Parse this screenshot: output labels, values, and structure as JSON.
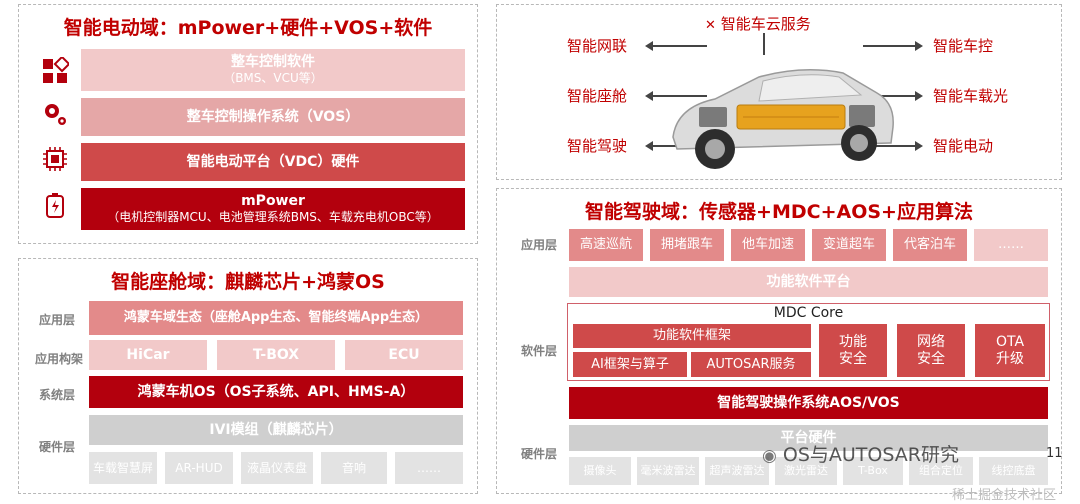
{
  "power_domain": {
    "title": "智能电动域：mPower+硬件+VOS+软件",
    "vcu_software": {
      "title": "整车控制软件",
      "subtitle": "（BMS、VCU等）"
    },
    "vos": "整车控制操作系统（VOS）",
    "vdc": "智能电动平台（VDC）硬件",
    "mpower": {
      "title": "mPower",
      "subtitle": "（电机控制器MCU、电池管理系统BMS、车载充电机OBC等）"
    },
    "icons": [
      "apps-grid-icon",
      "gears-icon",
      "chip-icon",
      "battery-icon"
    ]
  },
  "cockpit_domain": {
    "title": "智能座舱域：麒麟芯片+鸿蒙OS",
    "layers": [
      "应用层",
      "应用构架",
      "系统层",
      "硬件层"
    ],
    "app_layer": "鸿蒙车域生态（座舱App生态、智能终端App生态）",
    "app_arch": [
      "HiCar",
      "T-BOX",
      "ECU"
    ],
    "system_layer": "鸿蒙车机OS（OS子系统、API、HMS-A）",
    "ivi": "IVI模组（麒麟芯片）",
    "hardware": [
      "车载智慧屏",
      "AR-HUD",
      "液晶仪表盘",
      "音响",
      "……"
    ]
  },
  "car": {
    "cloud": "智能车云服务",
    "left": [
      "智能网联",
      "智能座舱",
      "智能驾驶"
    ],
    "right": [
      "智能车控",
      "智能车载光",
      "智能电动"
    ]
  },
  "driving_domain": {
    "title": "智能驾驶域：传感器+MDC+AOS+应用算法",
    "layers": [
      "应用层",
      "软件层",
      "硬件层"
    ],
    "apps": [
      "高速巡航",
      "拥堵跟车",
      "他车加速",
      "变道超车",
      "代客泊车",
      "……"
    ],
    "func_platform": "功能软件平台",
    "mdc_core": "MDC Core",
    "func_framework": "功能软件框架",
    "ai_framework": "AI框架与算子",
    "autosar": "AUTOSAR服务",
    "side_modules": [
      {
        "line1": "功能",
        "line2": "安全"
      },
      {
        "line1": "网络",
        "line2": "安全"
      },
      {
        "line1": "OTA",
        "line2": "升级"
      }
    ],
    "aos": "智能驾驶操作系统AOS/VOS",
    "hw_platform": "平台硬件",
    "sensors": [
      "摄像头",
      "毫米波雷达",
      "超声波雷达",
      "激光雷达",
      "T-Box",
      "组合定位",
      "线控底盘"
    ]
  },
  "footer": {
    "watermark": "OS与AUTOSAR研究",
    "page_number": "11",
    "source": "稀土掘金技术社区"
  }
}
